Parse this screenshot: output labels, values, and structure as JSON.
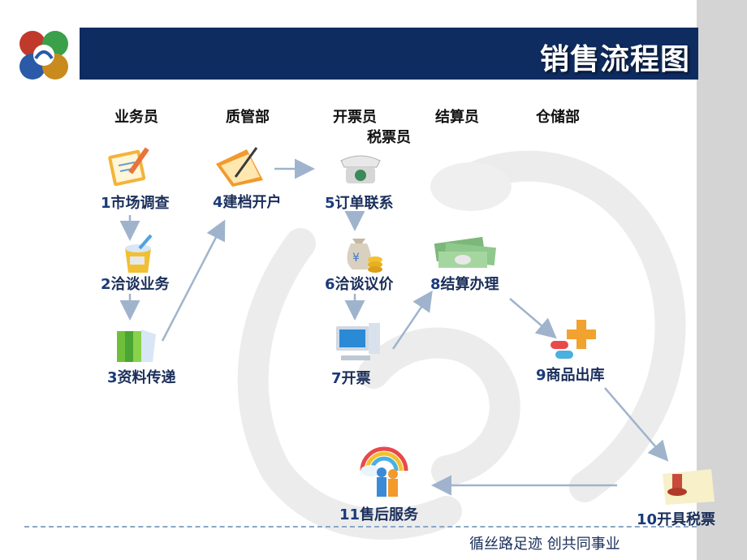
{
  "title": "销售流程图",
  "columns": [
    "业务员",
    "质管部",
    "开票员",
    "税票员",
    "结算员",
    "仓储部"
  ],
  "steps": [
    {
      "num": "1",
      "label": "市场调查"
    },
    {
      "num": "2",
      "label": "洽谈业务"
    },
    {
      "num": "3",
      "label": "资料传递"
    },
    {
      "num": "4",
      "label": "建档开户"
    },
    {
      "num": "5",
      "label": "订单联系"
    },
    {
      "num": "6",
      "label": "洽谈议价"
    },
    {
      "num": "7",
      "label": "开票"
    },
    {
      "num": "8",
      "label": "结算办理"
    },
    {
      "num": "9",
      "label": "商品出库"
    },
    {
      "num": "10",
      "label": "开具税票"
    },
    {
      "num": "11",
      "label": "售后服务"
    }
  ],
  "footer": "循丝路足迹  创共同事业",
  "colors": {
    "header": "#0f2c60",
    "arrow": "#9fb4cc",
    "band": "#d4d4d4",
    "step_text": "#1a2e5a"
  }
}
